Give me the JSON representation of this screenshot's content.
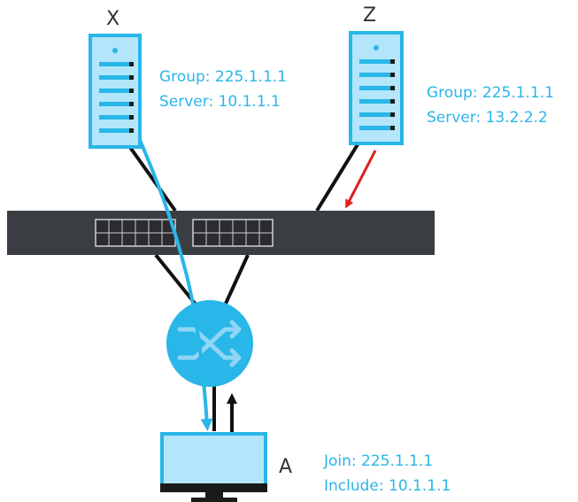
{
  "colors": {
    "accent": "#29b6e8",
    "server_fill": "#b3e5fb",
    "switch_body": "#3a3d42",
    "stream_line": "#1aa3e0",
    "request_arrow": "#e02020",
    "link_line": "#111111"
  },
  "servers": [
    {
      "id": "X",
      "label": "X",
      "group": "Group: 225.1.1.1",
      "server": "Server: 10.1.1.1",
      "icon": "server-icon"
    },
    {
      "id": "Z",
      "label": "Z",
      "group": "Group: 225.1.1.1",
      "server": "Server: 13.2.2.2",
      "icon": "server-icon"
    }
  ],
  "switch": {
    "icon": "switch-icon"
  },
  "router": {
    "icon": "router-icon"
  },
  "host": {
    "label": "A",
    "join": "Join: 225.1.1.1",
    "include": "Include: 10.1.1.1",
    "icon": "monitor-icon"
  }
}
